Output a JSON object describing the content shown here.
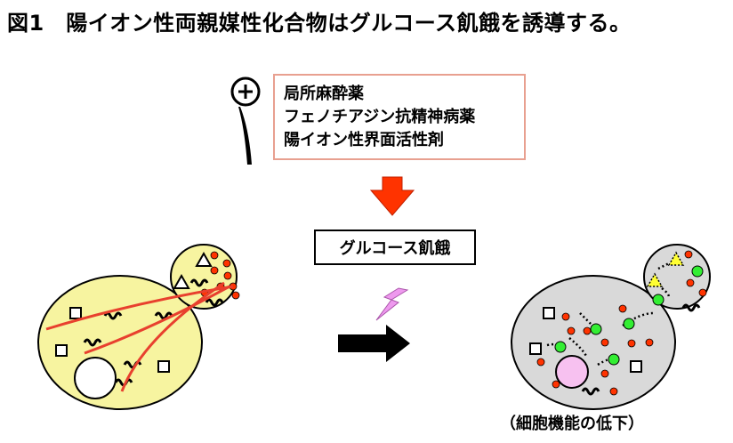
{
  "title": "図1　陽イオン性両親媒性化合物はグルコース飢餓を誘導する。",
  "compounds": [
    "局所麻酔薬",
    "フェノチアジン抗精神病薬",
    "陽イオン性界面活性剤"
  ],
  "effect_label": "グルコース飢餓",
  "result_caption": "（細胞機能の低下）",
  "colors": {
    "cell_healthy": "#f7f4a0",
    "cell_starved": "#d9d9d9",
    "membrane_line": "#e8402e",
    "arrow_red": "#ff3300",
    "dot_red": "#ff3300",
    "dot_green": "#33ee33",
    "lightning": "#ee99ee",
    "vacuole_pink": "#f7c1f0",
    "box_border_pink": "#e8a090"
  },
  "icons": [
    "cationic-amphiphile-icon",
    "down-arrow-icon",
    "lightning-icon",
    "right-arrow-icon"
  ]
}
